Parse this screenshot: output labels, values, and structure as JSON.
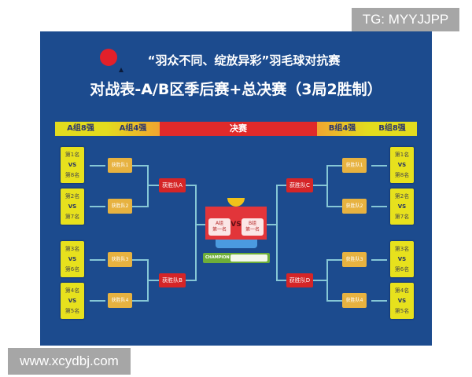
{
  "watermarks": {
    "top": "TG: MYYJJPP",
    "bottom": "www.xcydbj.com"
  },
  "header": {
    "title": "“羽众不同、绽放异彩”羽毛球对抗赛",
    "subtitle": "对战表-A/B区季后赛+总决赛（3局2胜制）"
  },
  "stage_bar": [
    "A组8强",
    "A组4强",
    "决赛",
    "B组4强",
    "B组8强"
  ],
  "colors": {
    "panel": "#1c4b8e",
    "seed": "#e7e11d",
    "quarter": "#e7b240",
    "semi": "#d52527",
    "final_bar": "#e02a2a",
    "champion": "#6eae39"
  },
  "groupA": {
    "seeds": [
      {
        "top": "第1名",
        "vs": "VS",
        "bottom": "第8名"
      },
      {
        "top": "第2名",
        "vs": "VS",
        "bottom": "第7名"
      },
      {
        "top": "第3名",
        "vs": "VS",
        "bottom": "第6名"
      },
      {
        "top": "第4名",
        "vs": "VS",
        "bottom": "第5名"
      }
    ],
    "quarter_winners": [
      "获胜队1",
      "获胜队2",
      "获胜队3",
      "获胜队4"
    ],
    "semi_winners": [
      "获胜队A",
      "获胜队B"
    ]
  },
  "groupB": {
    "seeds": [
      {
        "top": "第1名",
        "vs": "VS",
        "bottom": "第8名"
      },
      {
        "top": "第2名",
        "vs": "VS",
        "bottom": "第7名"
      },
      {
        "top": "第3名",
        "vs": "VS",
        "bottom": "第6名"
      },
      {
        "top": "第4名",
        "vs": "VS",
        "bottom": "第5名"
      }
    ],
    "quarter_winners": [
      "获胜队1",
      "获胜队2",
      "获胜队3",
      "获胜队4"
    ],
    "semi_winners": [
      "获胜队C",
      "获胜队D"
    ]
  },
  "final": {
    "left_line1": "A组",
    "left_line2": "第一名",
    "vs": "VS",
    "right_line1": "B组",
    "right_line2": "第一名",
    "champion_label": "CHAMPION",
    "champion_value": ""
  }
}
